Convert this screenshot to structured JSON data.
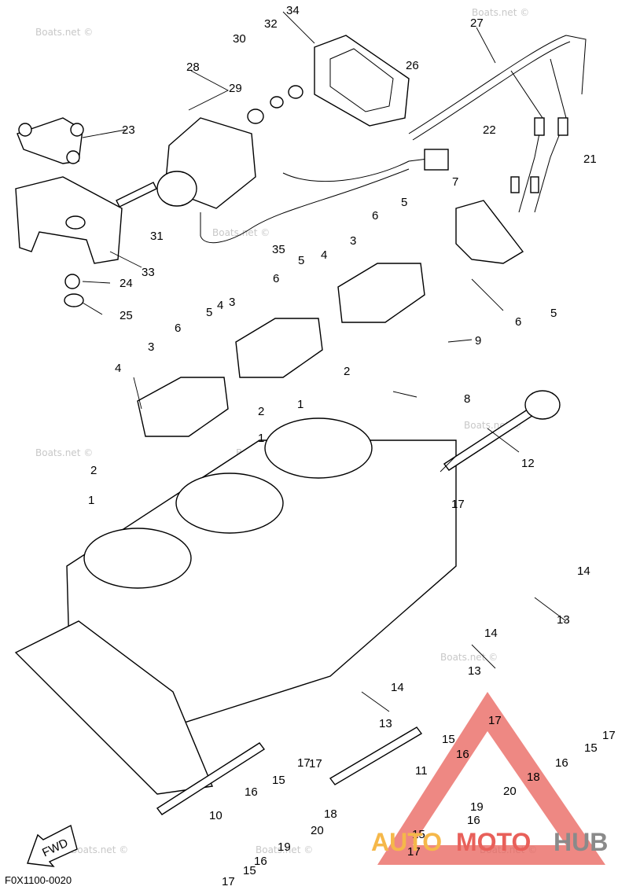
{
  "diagram_code": "F0X1100-0020",
  "watermark": "Boats.net ©",
  "fwd_label": "FWD",
  "logo": {
    "text_a": "AUTO",
    "text_b": "MOTO",
    "text_c": "HUB",
    "color_a": "#f5b84a",
    "color_b": "#e8605a",
    "color_c": "#8a8a8a",
    "triangle": "#e8605a"
  },
  "callouts": [
    "1",
    "1",
    "1",
    "2",
    "2",
    "2",
    "3",
    "3",
    "3",
    "4",
    "4",
    "4",
    "5",
    "5",
    "5",
    "5",
    "6",
    "6",
    "6",
    "6",
    "7",
    "8",
    "9",
    "10",
    "11",
    "12",
    "13",
    "13",
    "13",
    "14",
    "14",
    "14",
    "15",
    "15",
    "15",
    "15",
    "15",
    "16",
    "16",
    "16",
    "16",
    "16",
    "17",
    "17",
    "17",
    "17",
    "17",
    "17",
    "17",
    "18",
    "18",
    "19",
    "19",
    "20",
    "20",
    "21",
    "22",
    "23",
    "24",
    "25",
    "26",
    "27",
    "28",
    "29",
    "30",
    "31",
    "32",
    "33",
    "34",
    "35"
  ]
}
